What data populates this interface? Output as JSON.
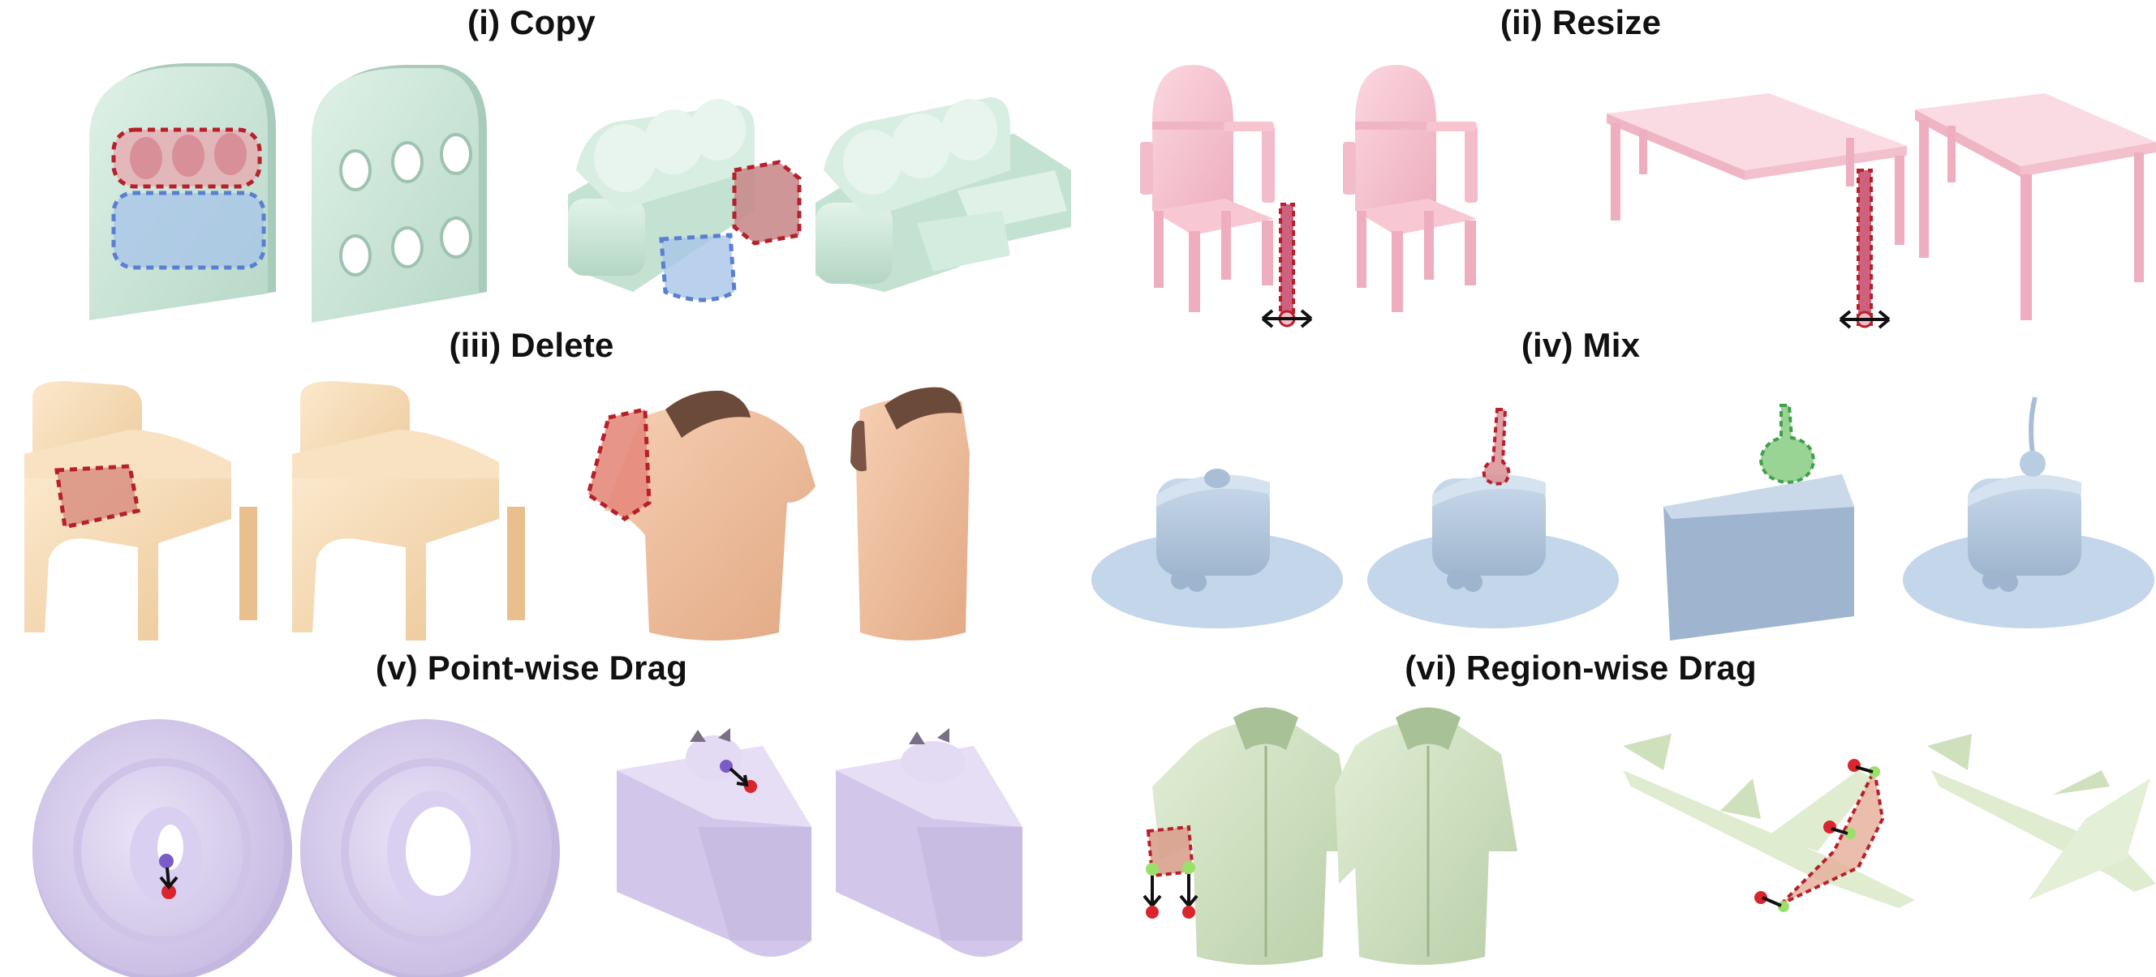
{
  "panels": {
    "copy": {
      "label": "(i) Copy"
    },
    "resize": {
      "label": "(ii) Resize"
    },
    "delete": {
      "label": "(iii) Delete"
    },
    "mix": {
      "label": "(iv) Mix"
    },
    "point_drag": {
      "label": "(v) Point-wise Drag"
    },
    "region_drag": {
      "label": "(vi) Region-wise Drag"
    }
  },
  "colors": {
    "mint": "#cfe8dc",
    "pink": "#f5c3d0",
    "wood": "#f6dcb8",
    "skin": "#eebf9e",
    "blue": "#b9cde2",
    "lavender": "#dcd3ee",
    "sage": "#d6e6c8",
    "red_outline": "#b5202a",
    "blue_outline": "#5a7fd0",
    "green_outline": "#3fa04a"
  }
}
